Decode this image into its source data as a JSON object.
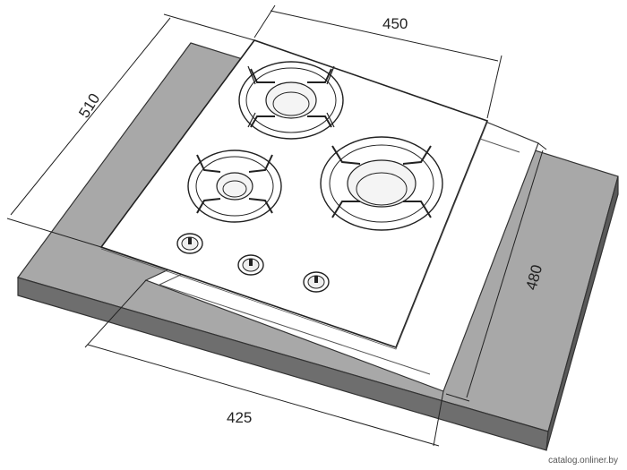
{
  "dimensions": {
    "hob_width": "450",
    "hob_depth": "510",
    "cutout_depth": "480",
    "cutout_width": "425"
  },
  "watermark": "catalog.onliner.by",
  "burners": [
    "medium-burner",
    "large-burner",
    "small-burner"
  ],
  "knobs": [
    "knob-left",
    "knob-middle",
    "knob-right"
  ],
  "colors": {
    "countertop": "#a7a7a7",
    "countertop_edge": "#6d6d6d",
    "glass": "#ffffff",
    "line": "#222222"
  }
}
